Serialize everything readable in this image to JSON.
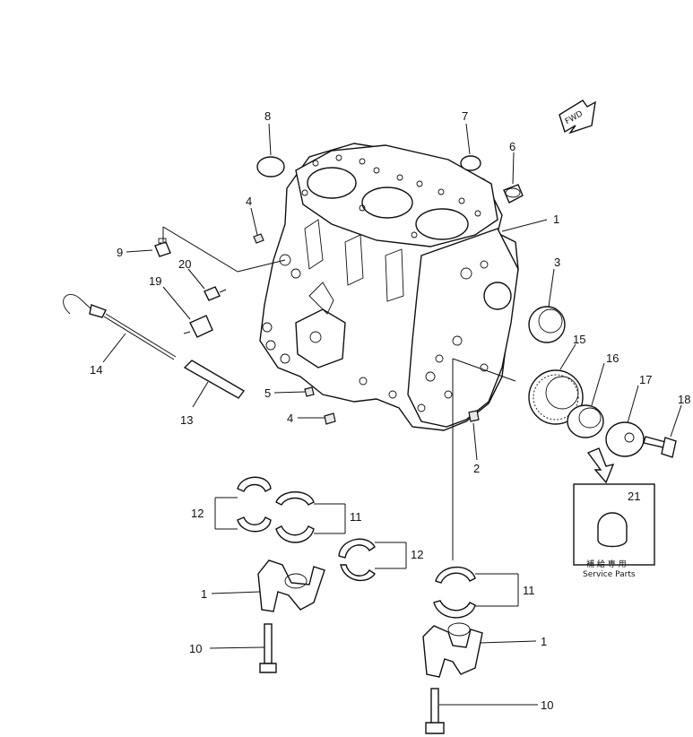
{
  "fwd_label": "FWD",
  "service_box": {
    "part_number": "21",
    "caption_jp": "補 給 専 用",
    "caption_en": "Service Parts"
  },
  "callouts": [
    {
      "id": "c8",
      "number": "8"
    },
    {
      "id": "c7",
      "number": "7"
    },
    {
      "id": "c6",
      "number": "6"
    },
    {
      "id": "c1a",
      "number": "1"
    },
    {
      "id": "c4a",
      "number": "4"
    },
    {
      "id": "c9",
      "number": "9"
    },
    {
      "id": "c20",
      "number": "20"
    },
    {
      "id": "c19",
      "number": "19"
    },
    {
      "id": "c3",
      "number": "3"
    },
    {
      "id": "c15",
      "number": "15"
    },
    {
      "id": "c16",
      "number": "16"
    },
    {
      "id": "c17",
      "number": "17"
    },
    {
      "id": "c18",
      "number": "18"
    },
    {
      "id": "c14",
      "number": "14"
    },
    {
      "id": "c5",
      "number": "5"
    },
    {
      "id": "c4b",
      "number": "4"
    },
    {
      "id": "c13",
      "number": "13"
    },
    {
      "id": "c2",
      "number": "2"
    },
    {
      "id": "c12a",
      "number": "12"
    },
    {
      "id": "c11a",
      "number": "11"
    },
    {
      "id": "c12b",
      "number": "12"
    },
    {
      "id": "c11b",
      "number": "11"
    },
    {
      "id": "c1b",
      "number": "1"
    },
    {
      "id": "c1c",
      "number": "1"
    },
    {
      "id": "c10a",
      "number": "10"
    },
    {
      "id": "c10b",
      "number": "10"
    }
  ]
}
